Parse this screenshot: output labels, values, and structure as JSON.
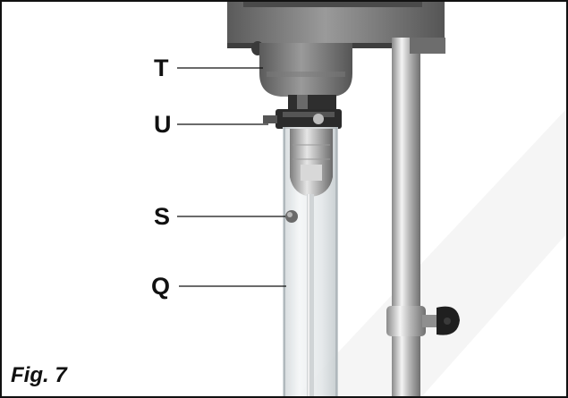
{
  "figure": {
    "caption": "Fig. 7",
    "callouts": [
      {
        "id": "T",
        "letter": "T"
      },
      {
        "id": "U",
        "letter": "U"
      },
      {
        "id": "S",
        "letter": "S"
      },
      {
        "id": "Q",
        "letter": "Q"
      }
    ],
    "colors": {
      "border": "#111111",
      "motor_housing": "#6f6f6f",
      "rod": "#c9c9c9",
      "glass": "#e4e8ea",
      "watermark": "#e9e9e9"
    }
  }
}
